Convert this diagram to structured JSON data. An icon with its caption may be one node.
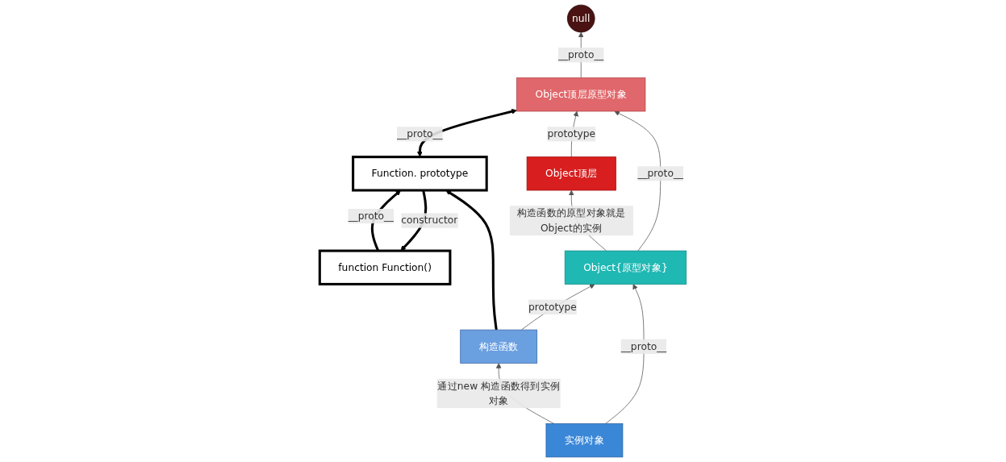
{
  "diagram": {
    "nodes": [
      {
        "text": [
          "function Function()"
        ]
      },
      {
        "text": [
          "Function. prototype"
        ]
      },
      {
        "text": [
          "Object顶层"
        ]
      },
      {
        "text": [
          "Object顶层原型对象"
        ]
      },
      {
        "text": [
          "null"
        ]
      },
      {
        "text": [
          "构造函数"
        ]
      },
      {
        "text": [
          "Object{原型对象}"
        ]
      },
      {
        "text": [
          "实例对象"
        ]
      }
    ],
    "edges": [
      {
        "from": 1,
        "to": 0,
        "arrow": "to",
        "label": "constructor",
        "style": "thick",
        "color": "#000000"
      },
      {
        "from": 0,
        "to": 1,
        "arrow": "to",
        "label": "__proto__",
        "style": "thick",
        "color": "#000000"
      },
      {
        "from": 1,
        "to": 3,
        "arrow": "both",
        "label": "__proto__",
        "style": "thick",
        "color": "#000000"
      },
      {
        "from": 5,
        "to": 1,
        "arrow": "to",
        "style": "thick",
        "color": "#000000"
      },
      {
        "from": 2,
        "to": 3,
        "arrow": "to",
        "label": "prototype"
      },
      {
        "from": 3,
        "to": 4,
        "arrow": "to",
        "label": "__proto__"
      },
      {
        "from": 6,
        "to": 2,
        "arrow": "to",
        "label": "构造函数的原型对象就是Object的实例"
      },
      {
        "from": 6,
        "to": 3,
        "arrow": "to",
        "label": "__proto__"
      },
      {
        "from": 5,
        "to": 6,
        "arrow": "to",
        "label": "prototype"
      },
      {
        "from": 7,
        "to": 5,
        "arrow": "to",
        "label": "通过new 构造函数得到实例对象"
      },
      {
        "from": 7,
        "to": 6,
        "arrow": "to",
        "label": "__proto__"
      }
    ]
  }
}
